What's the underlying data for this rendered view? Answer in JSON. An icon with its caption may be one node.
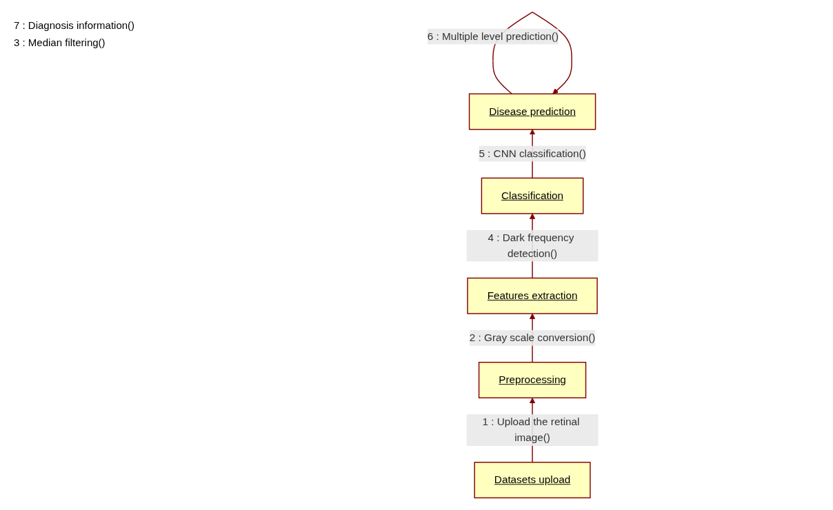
{
  "diagram": {
    "nodes": [
      {
        "text": [
          "Disease prediction"
        ]
      },
      {
        "text": [
          "Classification"
        ]
      },
      {
        "text": [
          "Features extraction"
        ]
      },
      {
        "text": [
          "Datasets upload"
        ]
      },
      {
        "text": [
          "Preprocessing"
        ]
      }
    ],
    "edges": [
      {
        "from": 0,
        "to": 0,
        "arrow": "to",
        "label": "6 : Multiple level prediction()"
      },
      {
        "from": 1,
        "to": 0,
        "arrow": "to",
        "label": "5 : CNN classification()"
      },
      {
        "from": 2,
        "to": 1,
        "arrow": "to",
        "label": "4 : Dark frequency detection()"
      },
      {
        "from": 4,
        "to": 2,
        "arrow": "to",
        "label": "2 : Gray scale conversion()"
      },
      {
        "from": 3,
        "to": 4,
        "arrow": "to",
        "label": "1 : Upload the retinal image()"
      }
    ],
    "labels": [
      "7 : Diagnosis information()",
      "3 : Median filtering()"
    ]
  }
}
